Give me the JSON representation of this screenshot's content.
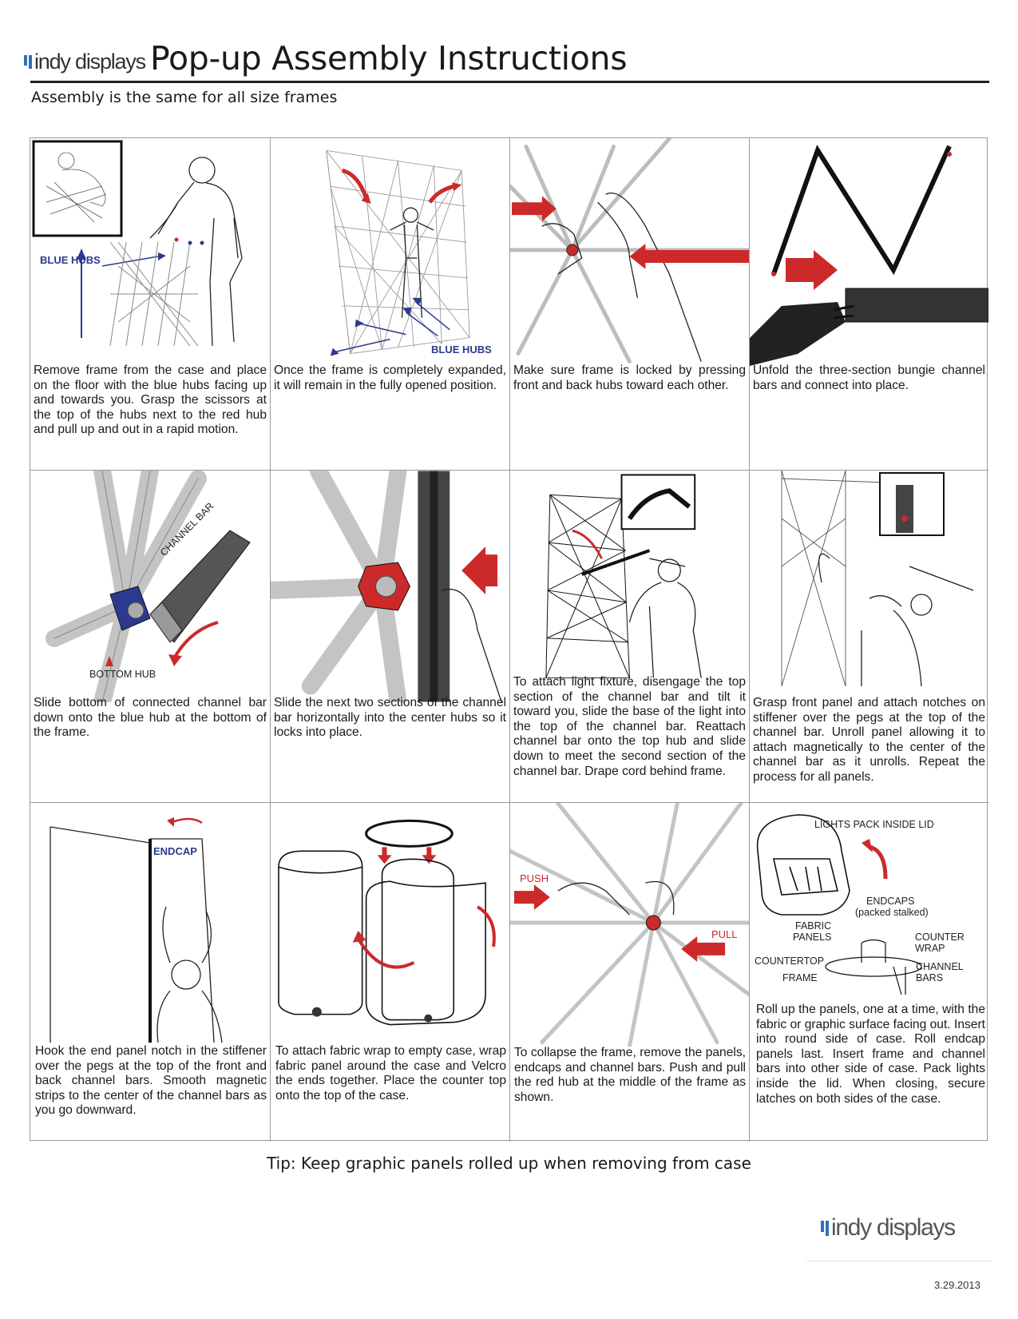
{
  "header": {
    "logo_text": "indy displays",
    "title": "Pop-up Assembly Instructions",
    "subtitle": "Assembly is the same for all size frames"
  },
  "steps": [
    {
      "text": "Remove frame from the case and place on the floor with the blue hubs facing up and towards you.  Grasp the scissors at the top of the hubs next to the red hub and pull up and out in a rapid motion.",
      "callouts": [
        "BLUE HUBS"
      ]
    },
    {
      "text": "Once the frame is completely expanded, it will remain in the fully opened position.",
      "callouts": [
        "BLUE HUBS"
      ]
    },
    {
      "text": "Make sure frame is locked by pressing front and back hubs toward each other.",
      "callouts": []
    },
    {
      "text": "Unfold the three-section bungie channel bars and connect into place.",
      "callouts": []
    },
    {
      "text": "Slide bottom of connected channel bar down onto the blue hub at the bottom of the frame.",
      "callouts": [
        "CHANNEL BAR",
        "BOTTOM HUB"
      ]
    },
    {
      "text": "Slide the next two sections of the channel bar horizontally into the center hubs so it locks into place.",
      "callouts": []
    },
    {
      "text": "To attach light fixture, disengage the top section of the channel bar and tilt it toward you, slide the base of the light into the top of the channel bar.  Reattach channel bar onto the top hub and slide down to meet the second section of the channel bar. Drape cord behind frame.",
      "callouts": []
    },
    {
      "text": "Grasp front panel and attach notches on stiffener over the pegs at the top of the channel bar.  Unroll panel allowing it to attach magnetically to the center of the channel bar as it unrolls.  Repeat the process for all panels.",
      "callouts": []
    },
    {
      "text": "Hook the end panel notch in the stiffener over the pegs at the top of the front and back channel bars.  Smooth magnetic strips to the center of the channel bars  as you go downward.",
      "callouts": [
        "ENDCAP"
      ]
    },
    {
      "text": "To attach fabric wrap to empty case, wrap fabric panel around the case and Velcro the ends together.  Place the counter top onto the top of the case.",
      "callouts": []
    },
    {
      "text": "To collapse the frame, remove the panels, endcaps and channel bars. Push and pull the red hub at the middle of  the frame as shown.",
      "callouts": [
        "PUSH",
        "PULL"
      ]
    },
    {
      "text": "Roll up the panels, one at a time, with the fabric or graphic surface facing out. Insert into round side of case. Roll endcap panels last.  Insert frame and channel bars into other side of case. Pack lights inside the lid.   When closing, secure latches on both sides of the case.",
      "callouts": [
        "LIGHTS PACK INSIDE LID",
        "ENDCAPS",
        "(packed stalked)",
        "FABRIC",
        "PANELS",
        "COUNTER",
        "WRAP",
        "COUNTERTOP",
        "CHANNEL",
        "BARS",
        "FRAME"
      ]
    }
  ],
  "tip": "Tip: Keep graphic panels rolled up when removing from case",
  "footer": {
    "logo_text": "indy displays",
    "date": "3.29.2013"
  },
  "colors": {
    "blue_hub": "#2b3a8f",
    "red_hub": "#cc2a2a",
    "logo_blue": "#2f6fb7"
  }
}
